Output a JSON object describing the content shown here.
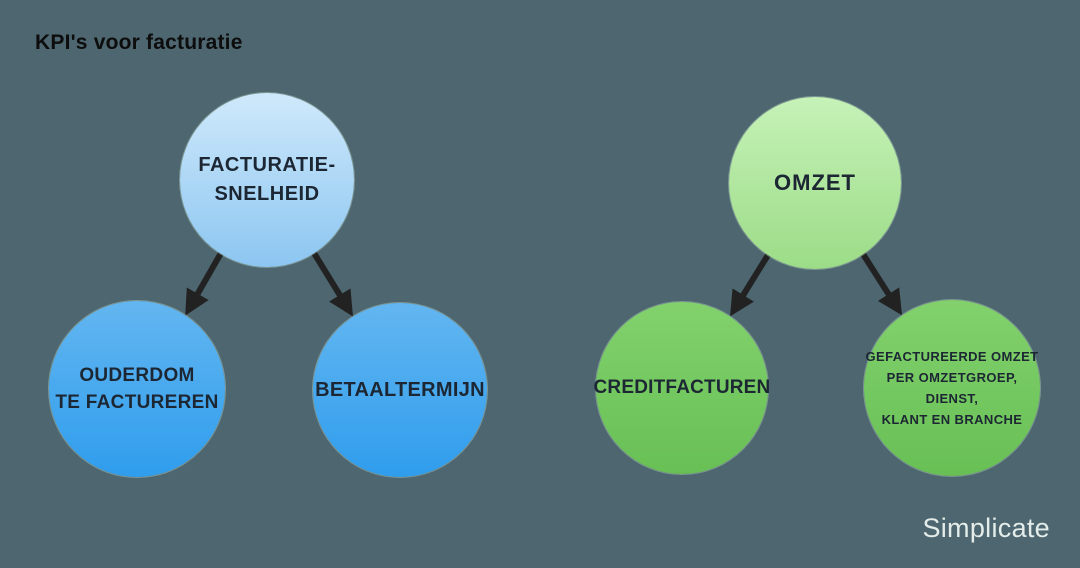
{
  "title": "KPI's voor facturatie",
  "watermark": "Simplicate",
  "diagram": {
    "type": "tree",
    "background_color": "#4d6670",
    "node_text_color": "#1c2733",
    "arrow_color": "#222222",
    "trees": [
      {
        "name": "facturatie-tree",
        "root": {
          "id": "facturatie-snelheid",
          "label": "FACTURATIE-\nSNELHEID",
          "color_top": "#cfe9fb",
          "color_bottom": "#8cc6f1"
        },
        "children": [
          {
            "id": "ouderdom-te-factureren",
            "label": "OUDERDOM\nTE FACTUREREN",
            "color_top": "#63b6f0",
            "color_bottom": "#2f9ded"
          },
          {
            "id": "betaaltermijn",
            "label": "BETAALTERMIJN",
            "color_top": "#63b6f0",
            "color_bottom": "#2f9ded"
          }
        ]
      },
      {
        "name": "omzet-tree",
        "root": {
          "id": "omzet",
          "label": "OMZET",
          "color_top": "#c6f2b8",
          "color_bottom": "#9cdc87"
        },
        "children": [
          {
            "id": "creditfacturen",
            "label": "CREDITFACTUREN",
            "color_top": "#82d16d",
            "color_bottom": "#68c055"
          },
          {
            "id": "gefactureerde-omzet",
            "label": "GEFACTUREERDE OMZET\nPER OMZETGROEP, DIENST,\nKLANT EN BRANCHE",
            "color_top": "#82d16d",
            "color_bottom": "#68c055"
          }
        ]
      }
    ]
  }
}
